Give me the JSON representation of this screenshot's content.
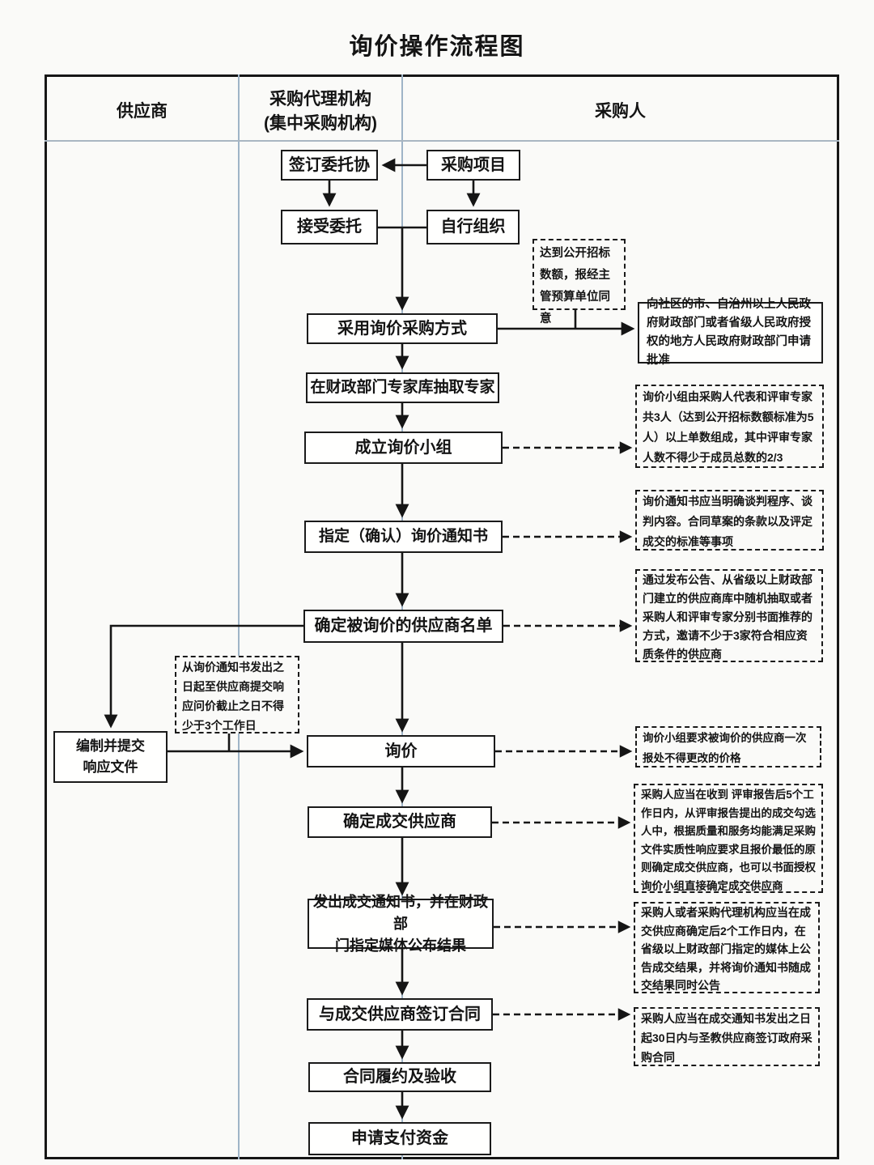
{
  "title": "询价操作流程图",
  "lanes": {
    "supplier": "供应商",
    "agency_line1": "采购代理机构",
    "agency_line2": "(集中采购机构)",
    "purchaser": "采购人"
  },
  "nodes": {
    "sign_agreement": "签订委托协",
    "procurement_project": "采购项目",
    "accept_entrust": "接受委托",
    "self_organize": "自行组织",
    "adopt_inquiry": "采用询价采购方式",
    "apply_approval": "向社区的市、自治州以上人民政府财政部门或者省级人民政府授权的地方人民政府财政部门申请批准",
    "extract_experts": "在财政部门专家库抽取专家",
    "form_group": "成立询价小组",
    "confirm_notice": "指定（确认）询价通知书",
    "supplier_list": "确定被询价的供应商名单",
    "prepare_docs_line1": "编制并提交",
    "prepare_docs_line2": "响应文件",
    "inquiry": "询价",
    "confirm_supplier": "确定成交供应商",
    "issue_notice_line1": "发出成交通知书，并在财政部",
    "issue_notice_line2": "门指定媒体公布结果",
    "sign_contract": "与成交供应商签订合同",
    "perform_contract": "合同履约及验收",
    "request_payment": "申请支付资金"
  },
  "annotations": {
    "reach_threshold": "达到公开招标数额，报经主管预算单位同意",
    "group_composition": "询价小组由采购人代表和评审专家共3人（达到公开招标数额标准为5人）以上单数组成，其中评审专家人数不得少于成员总数的2/3",
    "notice_content": "询价通知书应当明确谈判程序、谈判内容。合同草案的条款以及评定成交的标准等事项",
    "invite_method": "通过发布公告、从省级以上财政部门建立的供应商库中随机抽取或者采购人和评审专家分别书面推荐的方式，邀请不少于3家符合相应资质条件的供应商",
    "response_deadline": "从询价通知书发出之日起至供应商提交响应问价截止之日不得少于3个工作日",
    "one_time_quote": "询价小组要求被询价的供应商一次报处不得更改的价格",
    "determine_rule": "采购人应当在收到 评审报告后5个工作日内，从评审报告提出的成交勾选人中，根据质量和服务均能满足采购文件实质性响应要求且报价最低的原则确定成交供应商，也可以书面授权询价小组直接确定成交供应商",
    "announce_rule": "采购人或者采购代理机构应当在成交供应商确定后2个工作日内，在省级以上财政部门指定的媒体上公告成交结果，并将询价通知书随成交结果同时公告",
    "sign_deadline": "采购人应当在成交通知书发出之日起30日内与圣教供应商签订政府采购合同"
  },
  "colors": {
    "line": "#151515",
    "lane_divider": "#9fb4c7",
    "background": "#fafaf8"
  }
}
